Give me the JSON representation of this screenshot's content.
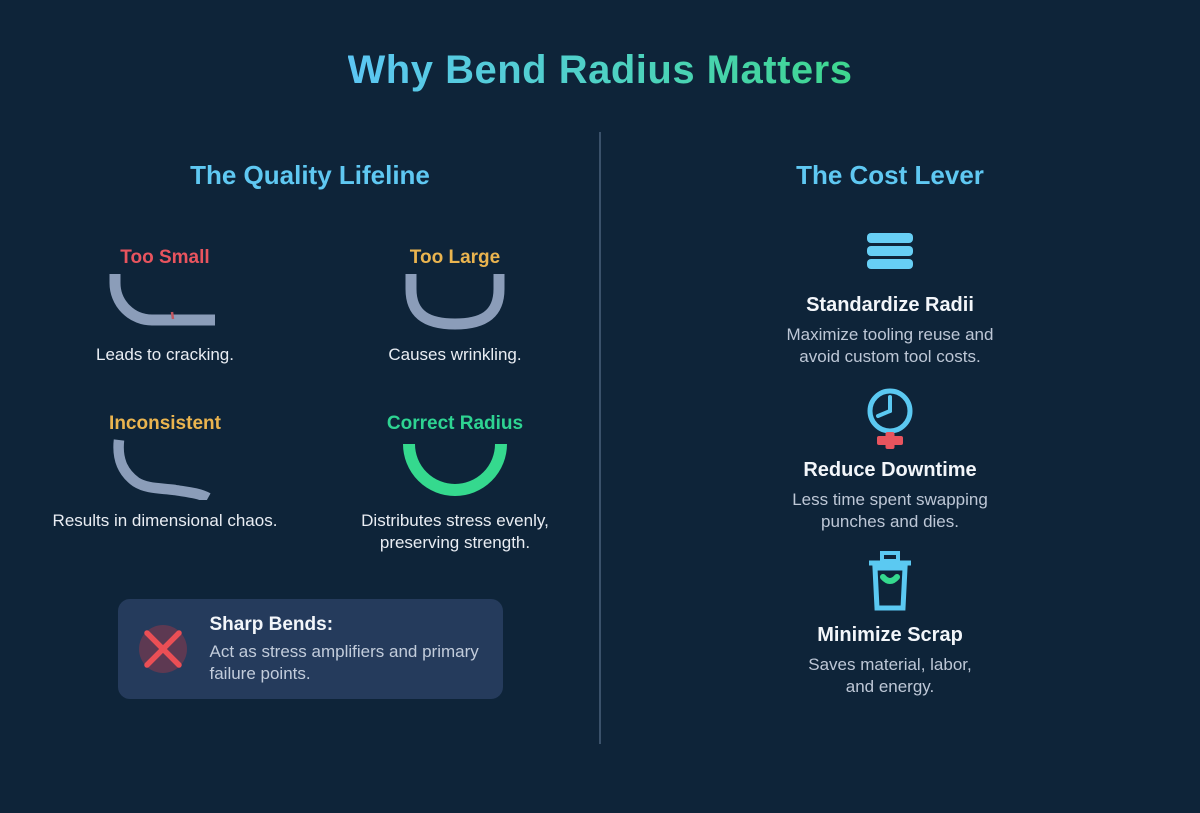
{
  "title": "Why Bend Radius Matters",
  "colors": {
    "background": "#0e2439",
    "accent_blue": "#5fc8f2",
    "accent_green": "#2ed492",
    "warn_red": "#e8545e",
    "amber": "#eab44f",
    "metal_curve_gray": "#8b9db9",
    "warning_box_bg": "#253b5c"
  },
  "left": {
    "header": "The Quality Lifeline",
    "bends": [
      {
        "title": "Too Small",
        "color": "#e8545e",
        "lines": [
          "Leads to cracking."
        ]
      },
      {
        "title": "Too Large",
        "color": "#eab44f",
        "lines": [
          "Causes wrinkling."
        ]
      },
      {
        "title": "Inconsistent",
        "color": "#eab44f",
        "lines": [
          "Results in dimensional chaos."
        ]
      },
      {
        "title": "Correct Radius",
        "color": "#2ed492",
        "lines": [
          "Distributes stress evenly,",
          "preserving strength."
        ]
      }
    ],
    "warning": {
      "title": "Sharp Bends:",
      "lines": [
        "Act as stress amplifiers and primary",
        "failure points."
      ]
    }
  },
  "right": {
    "header": "The Cost Lever",
    "items": [
      {
        "icon": "stacked-bars-icon",
        "title": "Standardize Radii",
        "lines": [
          "Maximize tooling reuse and",
          "avoid custom tool costs."
        ]
      },
      {
        "icon": "clock-plus-icon",
        "title": "Reduce Downtime",
        "lines": [
          "Less time spent swapping",
          "punches and dies."
        ]
      },
      {
        "icon": "trash-check-icon",
        "title": "Minimize Scrap",
        "lines": [
          "Saves material, labor,",
          "and energy."
        ]
      }
    ]
  }
}
